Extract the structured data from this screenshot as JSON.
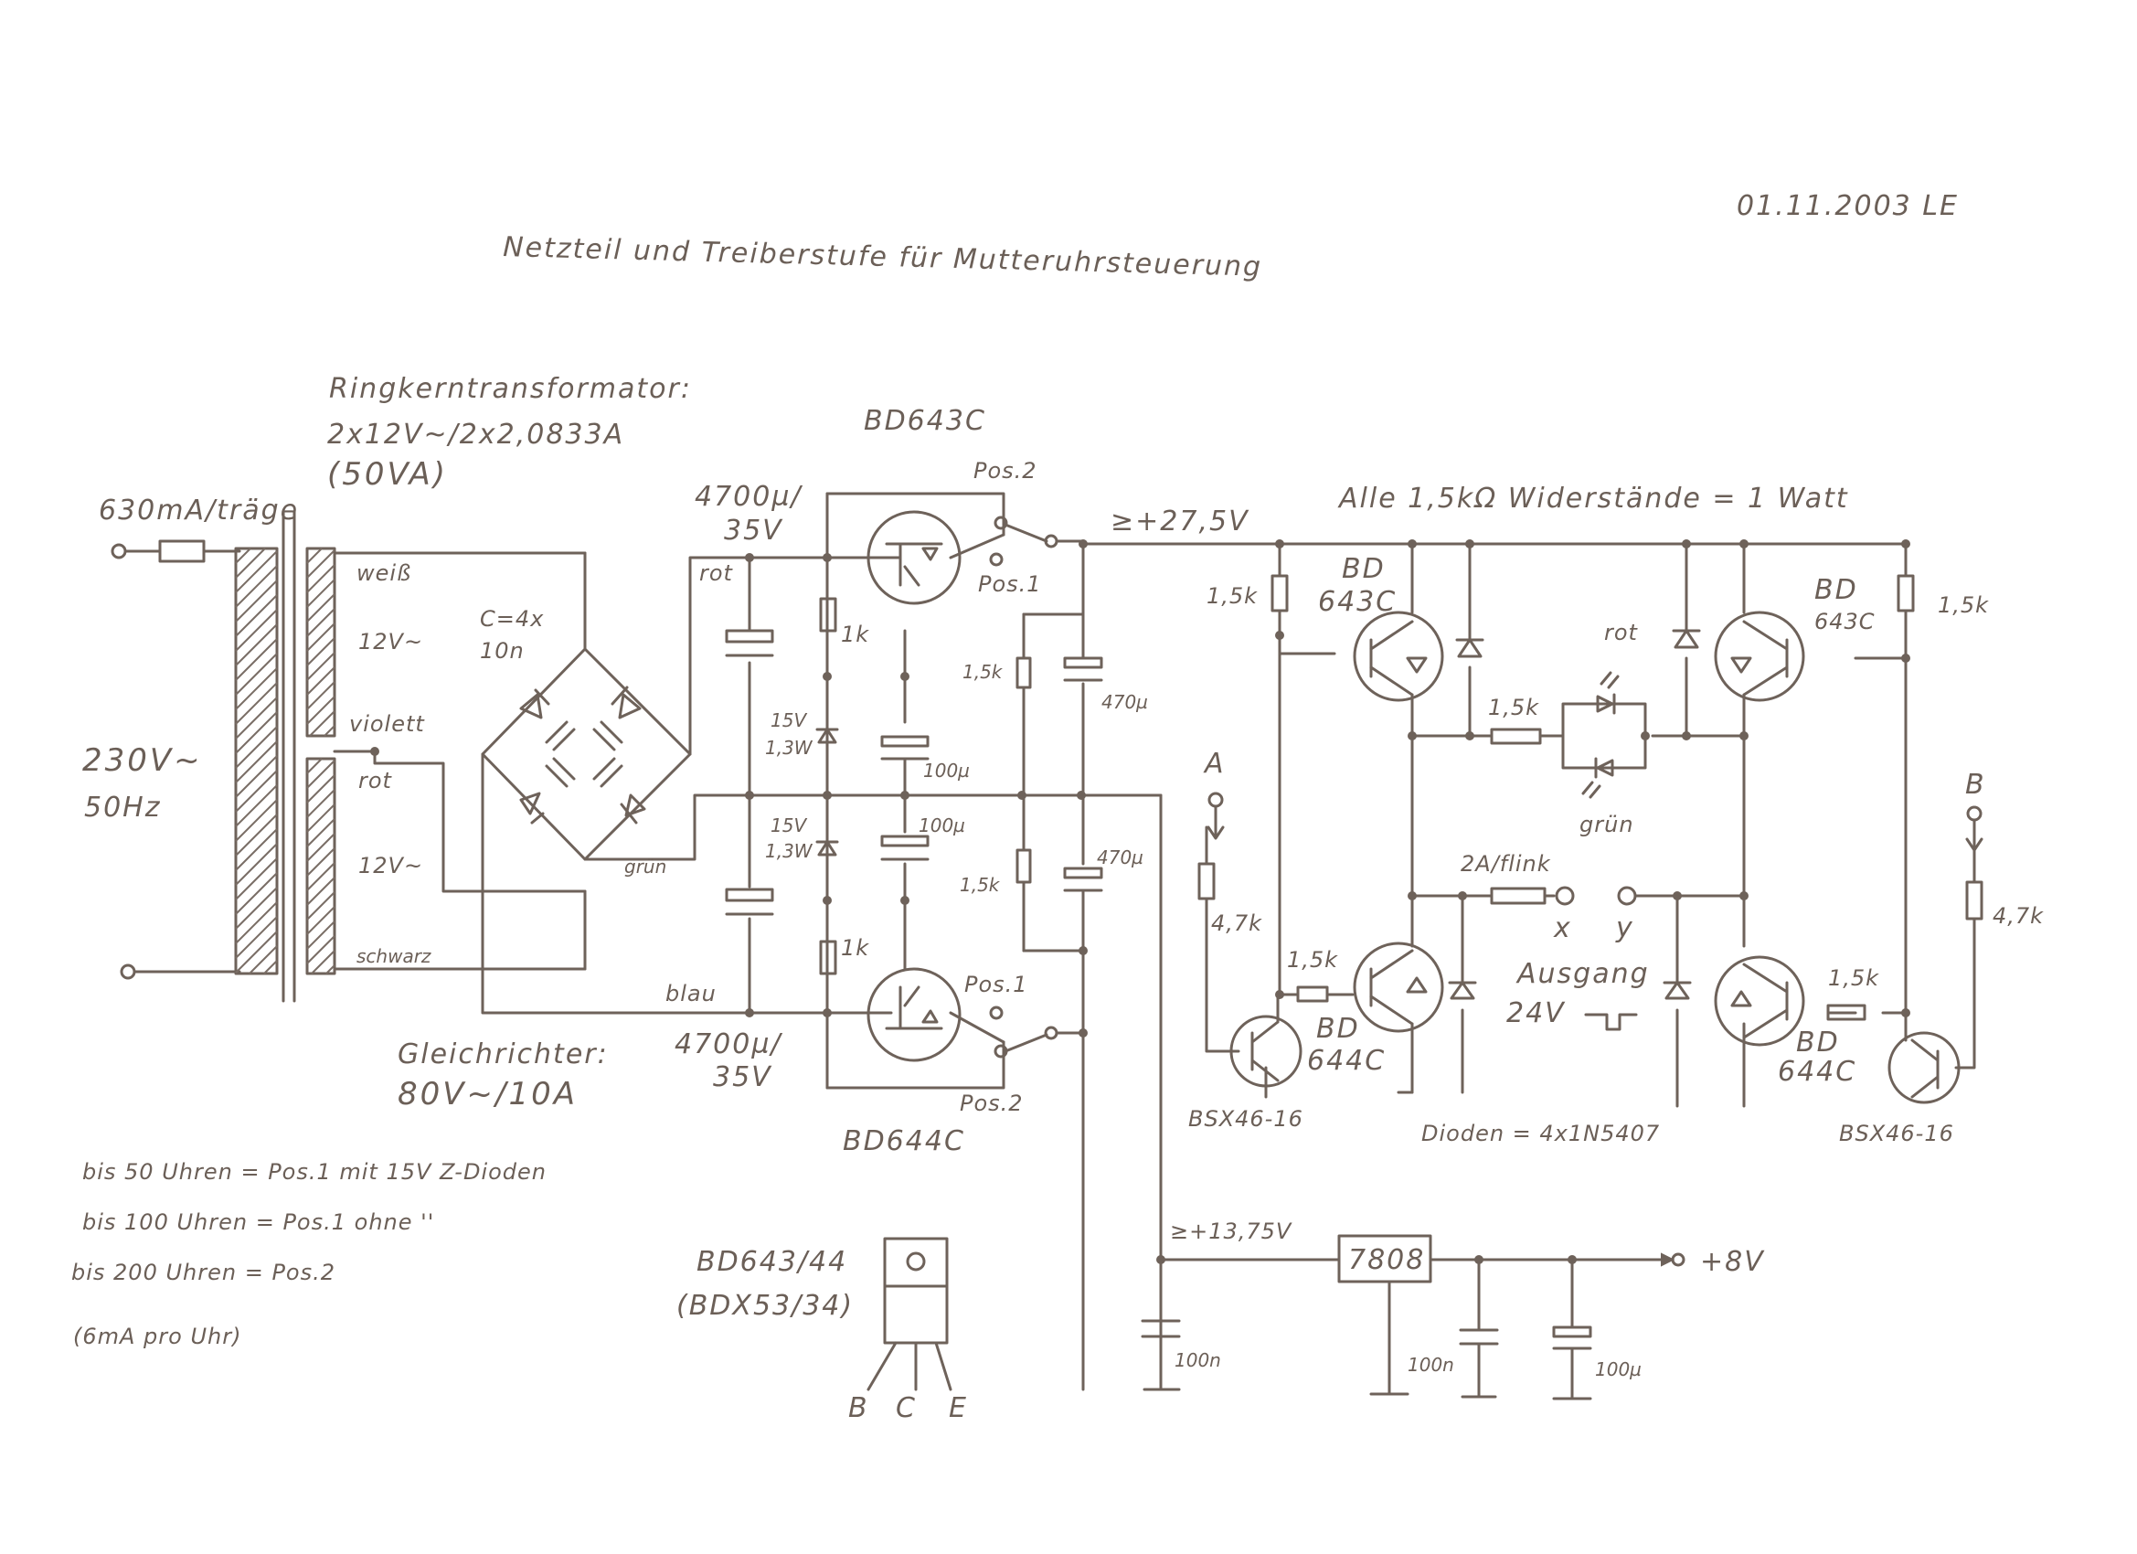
{
  "header": {
    "date": "01.11.2003 LE",
    "title": "Netzteil und Treiberstufe für Mutteruhrsteuerung"
  },
  "transformer": {
    "label": "Ringkerntransformator:",
    "spec": "2x12V~/2x2,0833A",
    "power": "(50VA)",
    "fuse": "630mA/träge",
    "mains_v": "230V~",
    "mains_f": "50Hz",
    "wire_white": "weiß",
    "wire_violet": "violett",
    "wire_red": "rot",
    "wire_black": "schwarz",
    "winding1": "12V~",
    "winding2": "12V~"
  },
  "rectifier": {
    "caps": "C=4x",
    "caps_value": "10n",
    "label": "Gleichrichter:",
    "spec": "80V~/10A",
    "out_red": "rot",
    "out_green": "grün",
    "out_blue": "blau"
  },
  "supply": {
    "cap_top": "4700µ/",
    "cap_top_v": "35V",
    "cap_bot": "4700µ/",
    "cap_bot_v": "35V",
    "trans_top": "BD643C",
    "trans_bot": "BD644C",
    "pos1_top": "Pos.1",
    "pos2_top": "Pos.2",
    "pos1_bot": "Pos.1",
    "pos2_bot": "Pos.2",
    "r_top": "1k",
    "r_bot": "1k",
    "z_top_v": "15V",
    "z_top_w": "1,3W",
    "z_bot_v": "15V",
    "z_bot_w": "1,3W",
    "c_100u_a": "100µ",
    "c_100u_b": "100µ",
    "r_15k_a": "1,5k",
    "r_15k_b": "1,5k",
    "c_470u_a": "470µ",
    "c_470u_b": "470µ",
    "v_out_hi": "≥+27,5V",
    "v_out_mid": "≥+13,75V"
  },
  "regulator": {
    "chip": "7808",
    "c_in": "100n",
    "c_out_n": "100n",
    "c_out_u": "100µ",
    "v_out": "+8V"
  },
  "driver": {
    "note": "Alle 1,5kΩ Widerstände = 1 Watt",
    "q1_type": "BD",
    "q1_num": "643C",
    "q2_type": "BD",
    "q2_num": "643C",
    "q3_type": "BD",
    "q3_num": "644C",
    "q4_type": "BD",
    "q4_num": "644C",
    "r1": "1,5k",
    "r2": "1,5k",
    "r_led": "1,5k",
    "r_b3": "1,5k",
    "r_b4": "1,5k",
    "led_red": "rot",
    "led_green": "grün",
    "fuse": "2A/flink",
    "out_x": "x",
    "out_y": "y",
    "output_label": "Ausgang",
    "output_v": "24V",
    "input_a": "A",
    "input_b": "B",
    "r_in_a": "4,7k",
    "r_in_b": "4,7k",
    "qa": "BSX46-16",
    "qb": "BSX46-16",
    "diodes": "Dioden = 4x1N5407"
  },
  "pinout": {
    "type": "BD643/44",
    "alt": "(BDX53/34)",
    "b": "B",
    "c": "C",
    "e": "E"
  },
  "notes": [
    "bis 50 Uhren = Pos.1 mit 15V Z-Dioden",
    "bis 100 Uhren = Pos.1 ohne   ''",
    "bis 200 Uhren = Pos.2",
    "(6mA pro Uhr)"
  ]
}
